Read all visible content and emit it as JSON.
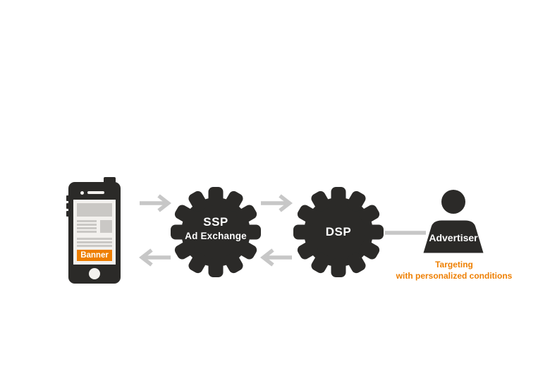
{
  "colors": {
    "dark": "#2b2a28",
    "orange": "#ee7f01",
    "gray": "#c7c7c7",
    "screen": "#f3f1ee",
    "content": "#cac8c5"
  },
  "phone": {
    "banner_label": "Banner"
  },
  "flow": {
    "ssp": {
      "title": "SSP",
      "subtitle": "Ad Exchange"
    },
    "dsp": {
      "title": "DSP"
    },
    "advertiser": {
      "label": "Advertiser",
      "caption_line1": "Targeting",
      "caption_line2": "with personalized conditions"
    }
  }
}
